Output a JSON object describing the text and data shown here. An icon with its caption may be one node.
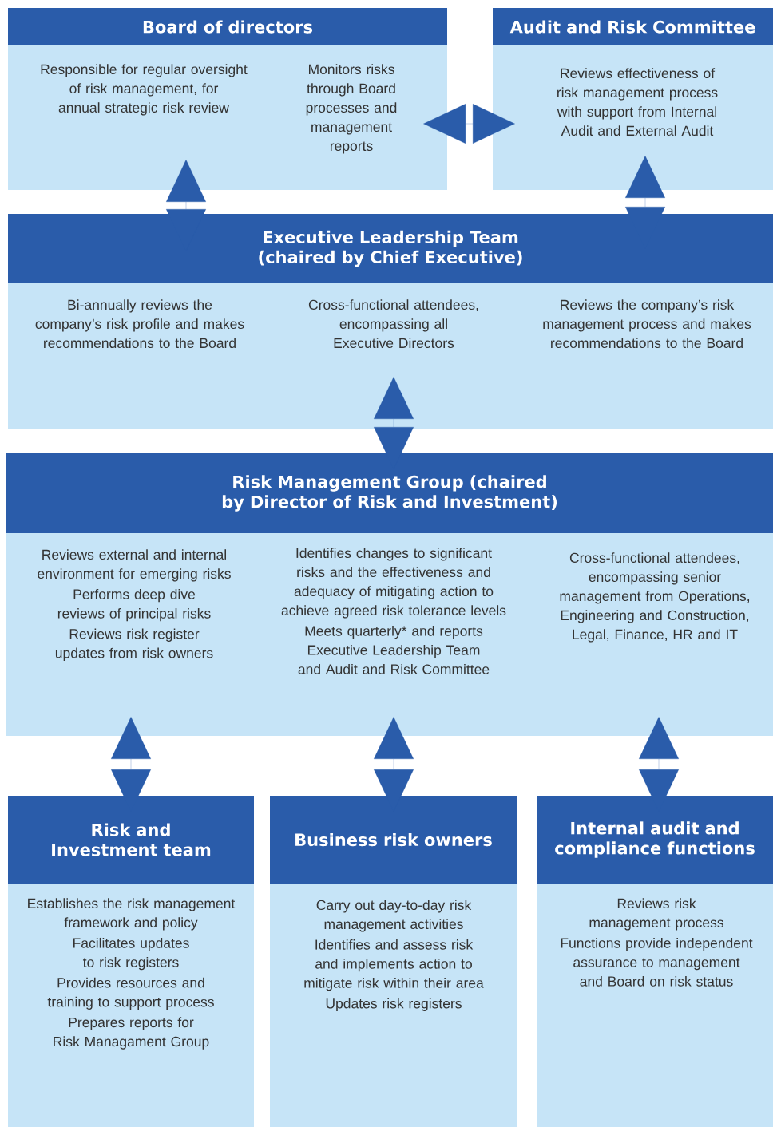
{
  "diagram": {
    "nodes": [
      {
        "text": [
          "Board of directors",
          "Responsible for regular oversight of risk management, for annual strategic risk review",
          "Monitors risks through Board processes and management reports"
        ]
      },
      {
        "text": [
          "Audit and Risk Committee",
          "Reviews effectiveness of risk management process with support from Internal Audit and External Audit"
        ]
      },
      {
        "text": [
          "Executive Leadership Team (chaired by Chief Executive)",
          "Bi-annually reviews the company’s risk profile and makes recommendations to the Board",
          "Cross-functional attendees, encompassing all Executive Directors",
          "Reviews the company’s risk management process and makes recommendations to the Board"
        ]
      },
      {
        "text": [
          "Risk Management Group (chaired by Director of Risk and Investment)",
          "Reviews external and internal environment for emerging risks",
          "Performs deep dive reviews of principal risks",
          "Reviews risk register updates from risk owners",
          "Identifies changes to significant risks and the effectiveness and adequacy of mitigating action to achieve agreed risk tolerance levels",
          "Meets quarterly* and reports Executive Leadership Team and Audit and Risk Committee",
          "Cross-functional attendees, encompassing senior management from Operations, Engineering and Construction, Legal, Finance, HR and IT"
        ]
      },
      {
        "text": [
          "Risk and Investment team",
          "Establishes the risk management framework and policy",
          "Facilitates updates to risk registers",
          "Provides resources and training to support process",
          "Prepares reports for Risk Managament Group"
        ]
      },
      {
        "text": [
          "Business risk owners",
          "Carry out day-to-day risk management activities",
          "Identifies and assess risk and implements action to mitigate risk within their area",
          "Updates risk registers"
        ]
      },
      {
        "text": [
          "Internal audit and compliance functions",
          "Reviews risk management process",
          "Functions provide independent assurance to management and Board on risk status"
        ]
      }
    ],
    "edges": [
      {
        "from": 0,
        "to": 2,
        "arrow": "both"
      },
      {
        "from": 1,
        "to": 2,
        "arrow": "both"
      },
      {
        "from": 0,
        "to": 1,
        "arrow": "both"
      },
      {
        "from": 2,
        "to": 3,
        "arrow": "both"
      },
      {
        "from": 3,
        "to": 4,
        "arrow": "both"
      },
      {
        "from": 3,
        "to": 5,
        "arrow": "both"
      },
      {
        "from": 3,
        "to": 6,
        "arrow": "both"
      }
    ]
  }
}
